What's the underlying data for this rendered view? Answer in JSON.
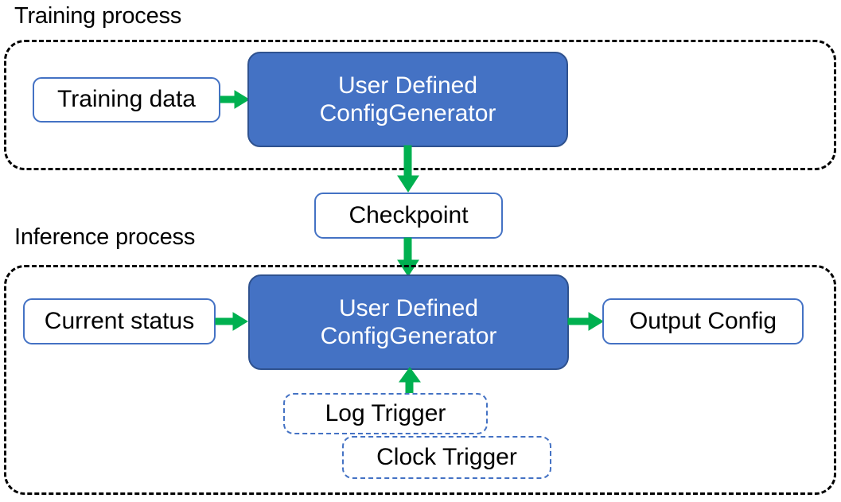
{
  "diagram": {
    "title_training": "Training process",
    "title_inference": "Inference process",
    "colors": {
      "accent_blue": "#4472C4",
      "blue_border": "#2F528F",
      "arrow_green": "#00B050",
      "group_border": "#000000",
      "text_dark": "#000000",
      "text_light": "#FFFFFF"
    }
  },
  "training": {
    "group_label": "Training process",
    "input_node": "Training data",
    "process_node": {
      "line1": "User Defined",
      "line2": "ConfigGenerator"
    }
  },
  "checkpoint": {
    "label": "Checkpoint"
  },
  "inference": {
    "group_label": "Inference process",
    "input_node": "Current status",
    "process_node": {
      "line1": "User Defined",
      "line2": "ConfigGenerator"
    },
    "output_node": "Output Config",
    "triggers": [
      {
        "label": "Log Trigger"
      },
      {
        "label": "Clock Trigger"
      }
    ]
  },
  "arrows": [
    {
      "name": "training-data-to-generator",
      "direction": "right"
    },
    {
      "name": "training-generator-to-checkpoint",
      "direction": "down"
    },
    {
      "name": "checkpoint-to-inference-generator",
      "direction": "down"
    },
    {
      "name": "current-status-to-generator",
      "direction": "right"
    },
    {
      "name": "generator-to-output-config",
      "direction": "right"
    },
    {
      "name": "triggers-to-generator",
      "direction": "up"
    }
  ]
}
